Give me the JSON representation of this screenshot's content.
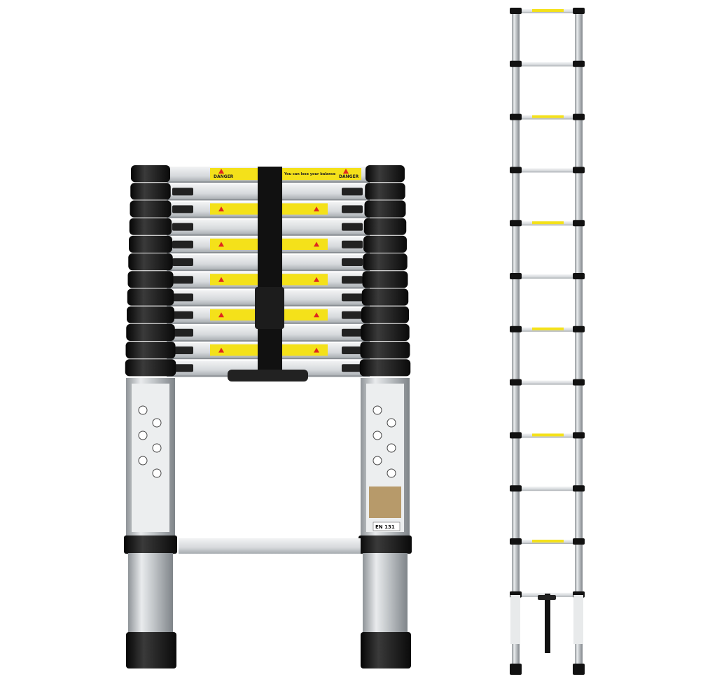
{
  "product": {
    "views": [
      "collapsed-ladder",
      "extended-ladder"
    ],
    "warning_label": {
      "heading": "DANGER",
      "text": "You can lose your balance"
    },
    "certification_label": "EN 131",
    "rung_count": 12
  },
  "colors": {
    "background": "#ffffff",
    "aluminium": "#d4d7da",
    "aluminium_dark": "#9da2a7",
    "caps": "#1a1a1a",
    "warning_yellow": "#f4e11a",
    "warning_red": "#e0281e",
    "strap": "#111111"
  }
}
